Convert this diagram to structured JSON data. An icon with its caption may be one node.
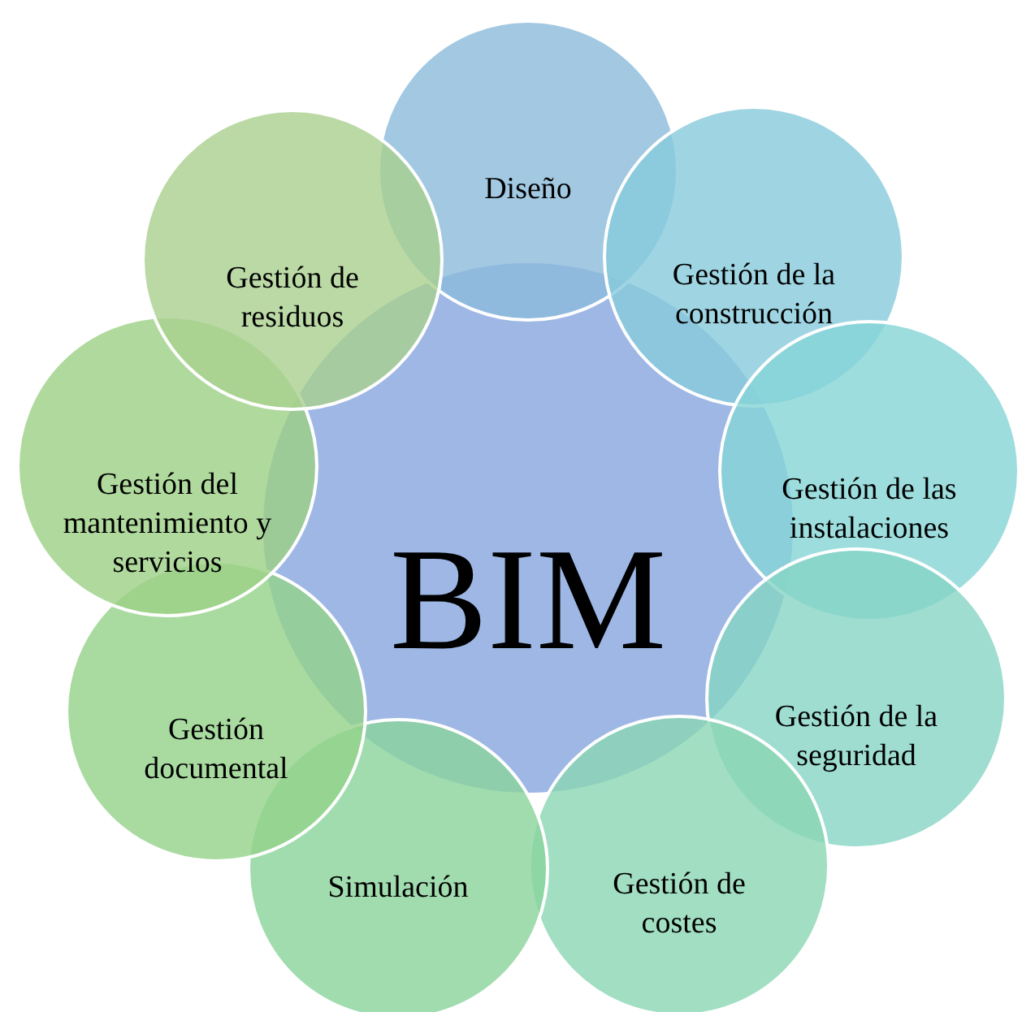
{
  "diagram": {
    "nodes": [
      {
        "text": [
          "BIM"
        ]
      },
      {
        "text": [
          "Diseño"
        ]
      },
      {
        "text": [
          "Gestión de la construcción"
        ]
      },
      {
        "text": [
          "Gestión de las instalaciones"
        ]
      },
      {
        "text": [
          "Gestión de la seguridad"
        ]
      },
      {
        "text": [
          "Gestión de costes"
        ]
      },
      {
        "text": [
          "Simulación"
        ]
      },
      {
        "text": [
          "Gestión documental"
        ]
      },
      {
        "text": [
          "Gestión del mantenimiento y servicios"
        ]
      },
      {
        "text": [
          "Gestión de residuos"
        ]
      }
    ]
  }
}
